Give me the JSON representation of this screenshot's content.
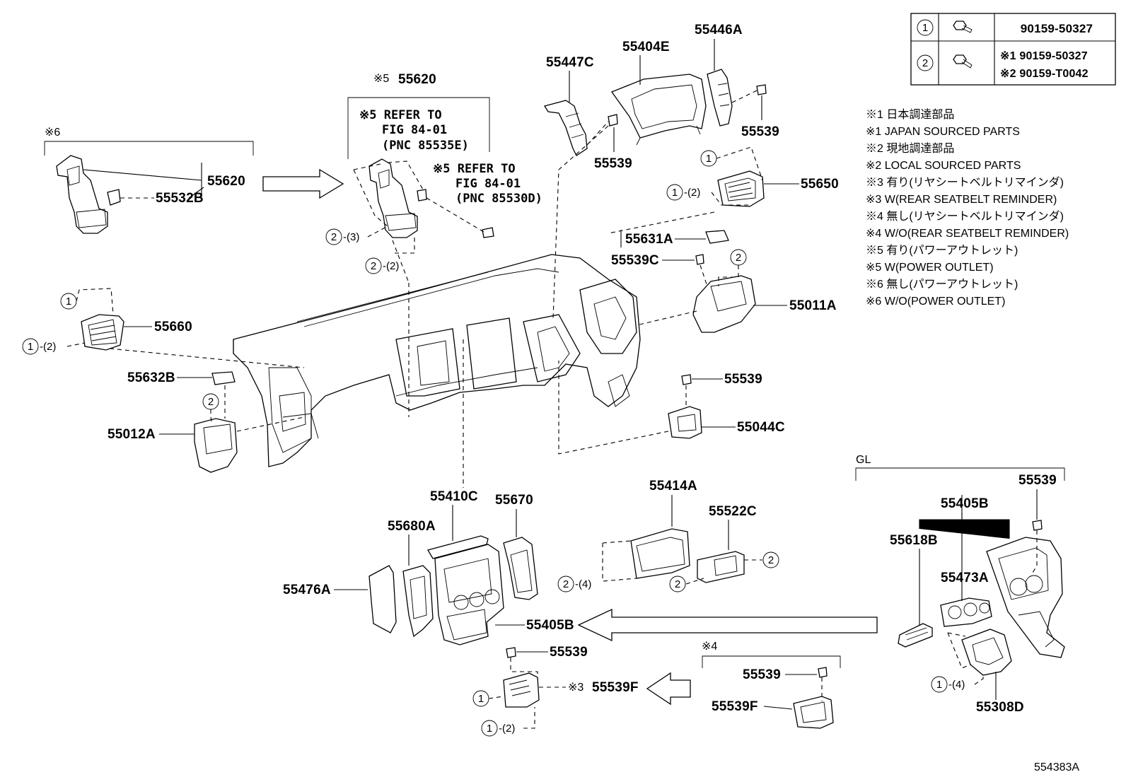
{
  "parts": {
    "p55620_top": "55620",
    "p55620_note5": "※5",
    "p55620_left": "55620",
    "note6_top": "※6",
    "p55532B": "55532B",
    "p55447C": "55447C",
    "p55404E": "55404E",
    "p55446A": "55446A",
    "p55539_a": "55539",
    "p55539_b": "55539",
    "p55650": "55650",
    "p55631A": "55631A",
    "p55539C": "55539C",
    "p55011A": "55011A",
    "p55660": "55660",
    "p55632B": "55632B",
    "p55012A": "55012A",
    "p55539_c": "55539",
    "p55044C": "55044C",
    "p55410C": "55410C",
    "p55670": "55670",
    "p55680A": "55680A",
    "p55476A": "55476A",
    "p55405B_a": "55405B",
    "p55414A": "55414A",
    "p55522C": "55522C",
    "p55539_d": "55539",
    "p55539F_a": "55539F",
    "p55539F_a_note": "※3",
    "note4": "※4",
    "p55539_e": "55539",
    "p55539F_b": "55539F",
    "gl": "GL",
    "p55539_f": "55539",
    "p55405B_b": "55405B",
    "p55618B": "55618B",
    "p55473A": "55473A",
    "p55308D": "55308D",
    "fig_id": "554383A"
  },
  "refs": {
    "r1_l1": "※5 REFER TO",
    "r1_l2": "FIG 84-01",
    "r1_l3": "(PNC 85535E)",
    "r2_l1": "※5 REFER TO",
    "r2_l2": "FIG 84-01",
    "r2_l3": "(PNC 85530D)"
  },
  "callouts": {
    "c1": "1",
    "c2": "2",
    "c2_3": "-(3)",
    "c2_2": "-(2)",
    "c1_2": "-(2)",
    "c2_4": "-(4)",
    "c1_4": "-(4)"
  },
  "fastener_table": {
    "row1_no": "1",
    "row1_pn": "90159-50327",
    "row2_no": "2",
    "row2_pn1": "※1 90159-50327",
    "row2_pn2": "※2 90159-T0042"
  },
  "notes": [
    "※1 日本調達部品",
    "※1 JAPAN SOURCED PARTS",
    "※2 現地調達部品",
    "※2 LOCAL SOURCED PARTS",
    "※3 有り(リヤシートベルトリマインダ)",
    "※3 W(REAR SEATBELT REMINDER)",
    "※4 無し(リヤシートベルトリマインダ)",
    "※4 W/O(REAR SEATBELT REMINDER)",
    "※5 有り(パワーアウトレット)",
    "※5 W(POWER OUTLET)",
    "※6 無し(パワーアウトレット)",
    "※6 W/O(POWER OUTLET)"
  ]
}
